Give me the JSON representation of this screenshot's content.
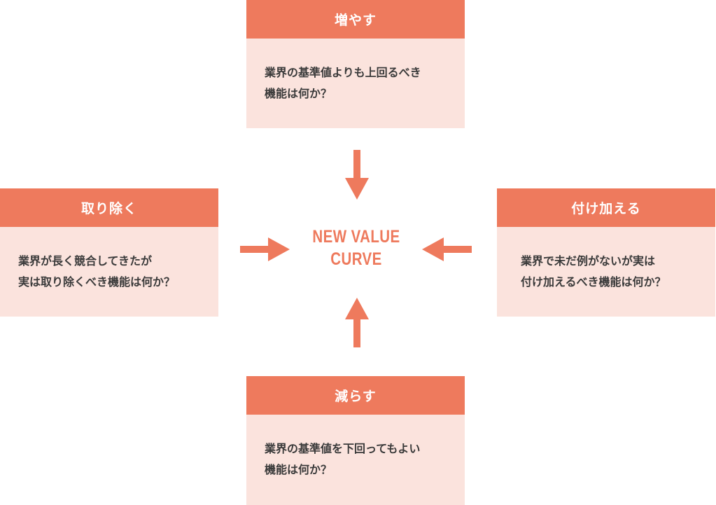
{
  "center": {
    "line1": "NEW VALUE",
    "line2": "CURVE"
  },
  "boxes": {
    "top": {
      "title": "増やす",
      "body": "業界の基準値よりも上回るべき\n機能は何か？"
    },
    "left": {
      "title": "取り除く",
      "body": "業界が長く競合してきたが\n実は取り除くべき機能は何か？"
    },
    "right": {
      "title": "付け加える",
      "body": "業界で未だ例がないが実は\n付け加えるべき機能は何か？"
    },
    "bottom": {
      "title": "減らす",
      "body": "業界の基準値を下回ってもよい\n機能は何か？"
    }
  },
  "colors": {
    "accent": "#ee7a5d",
    "box_fill": "#fbe3dd",
    "text": "#3a3a3a"
  }
}
